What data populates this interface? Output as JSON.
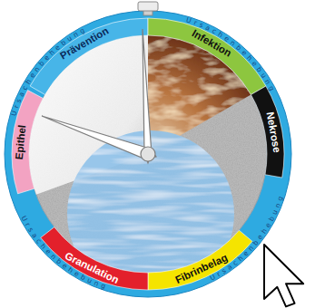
{
  "diagram": {
    "nodes": [
      {
        "text": [
          "Prävention"
        ]
      },
      {
        "text": [
          "Infektion"
        ]
      },
      {
        "text": [
          "Nekrose"
        ]
      },
      {
        "text": [
          "Fibrinbelag"
        ]
      },
      {
        "text": [
          "Granulation"
        ]
      },
      {
        "text": [
          "Epithel"
        ]
      }
    ],
    "labels": [
      "Ursachenbehebung",
      "Ursachenbehebung",
      "Ursachenbehebung",
      "Ursachenbehebung"
    ]
  }
}
